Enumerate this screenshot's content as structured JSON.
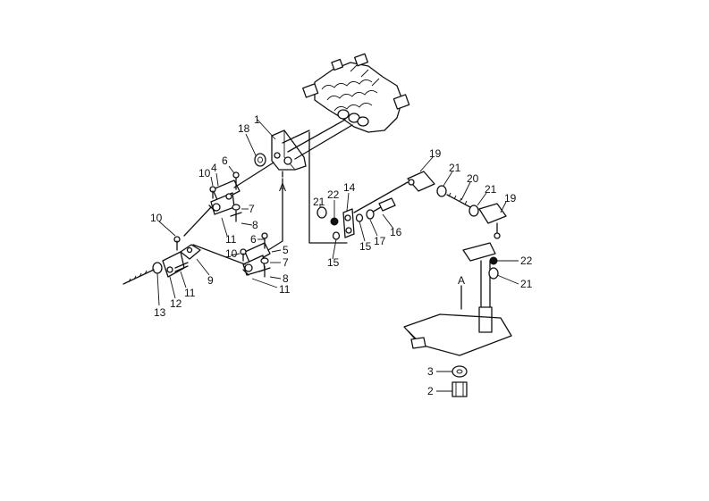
{
  "callouts": [
    {
      "id": "c1",
      "text": "1"
    },
    {
      "id": "c18",
      "text": "18"
    },
    {
      "id": "cA1",
      "text": "A"
    },
    {
      "id": "c6a",
      "text": "6"
    },
    {
      "id": "c4",
      "text": "4"
    },
    {
      "id": "c10a",
      "text": "10"
    },
    {
      "id": "c7a",
      "text": "7"
    },
    {
      "id": "c8a",
      "text": "8"
    },
    {
      "id": "c11a",
      "text": "11"
    },
    {
      "id": "c10b",
      "text": "10"
    },
    {
      "id": "c6b",
      "text": "6"
    },
    {
      "id": "c5",
      "text": "5"
    },
    {
      "id": "c10c",
      "text": "10"
    },
    {
      "id": "c7b",
      "text": "7"
    },
    {
      "id": "c8b",
      "text": "8"
    },
    {
      "id": "c11b",
      "text": "11"
    },
    {
      "id": "c9",
      "text": "9"
    },
    {
      "id": "c11c",
      "text": "11"
    },
    {
      "id": "c12",
      "text": "12"
    },
    {
      "id": "c13",
      "text": "13"
    },
    {
      "id": "c21a",
      "text": "21"
    },
    {
      "id": "c22a",
      "text": "22"
    },
    {
      "id": "c14",
      "text": "14"
    },
    {
      "id": "c15a",
      "text": "15"
    },
    {
      "id": "c15b",
      "text": "15"
    },
    {
      "id": "c17",
      "text": "17"
    },
    {
      "id": "c16",
      "text": "16"
    },
    {
      "id": "c19a",
      "text": "19"
    },
    {
      "id": "c21b",
      "text": "21"
    },
    {
      "id": "c20",
      "text": "20"
    },
    {
      "id": "c21c",
      "text": "21"
    },
    {
      "id": "c19b",
      "text": "19"
    },
    {
      "id": "c22b",
      "text": "22"
    },
    {
      "id": "c21d",
      "text": "21"
    },
    {
      "id": "cA2",
      "text": "A"
    },
    {
      "id": "c3",
      "text": "3"
    },
    {
      "id": "c2",
      "text": "2"
    }
  ]
}
